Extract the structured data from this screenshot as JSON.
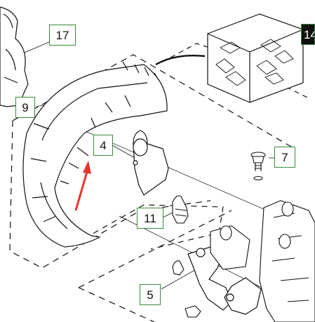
{
  "diagram": {
    "callouts": [
      {
        "id": "c17",
        "label": "17"
      },
      {
        "id": "c9",
        "label": "9"
      },
      {
        "id": "c4",
        "label": "4"
      },
      {
        "id": "c7",
        "label": "7"
      },
      {
        "id": "c11",
        "label": "11"
      },
      {
        "id": "c5",
        "label": "5"
      },
      {
        "id": "c14",
        "label": "14"
      }
    ],
    "colors": {
      "line": "#111111",
      "callout_border": "#3a8a3a",
      "arrow": "#e8332a",
      "inset_bg": "#ffffff"
    }
  }
}
